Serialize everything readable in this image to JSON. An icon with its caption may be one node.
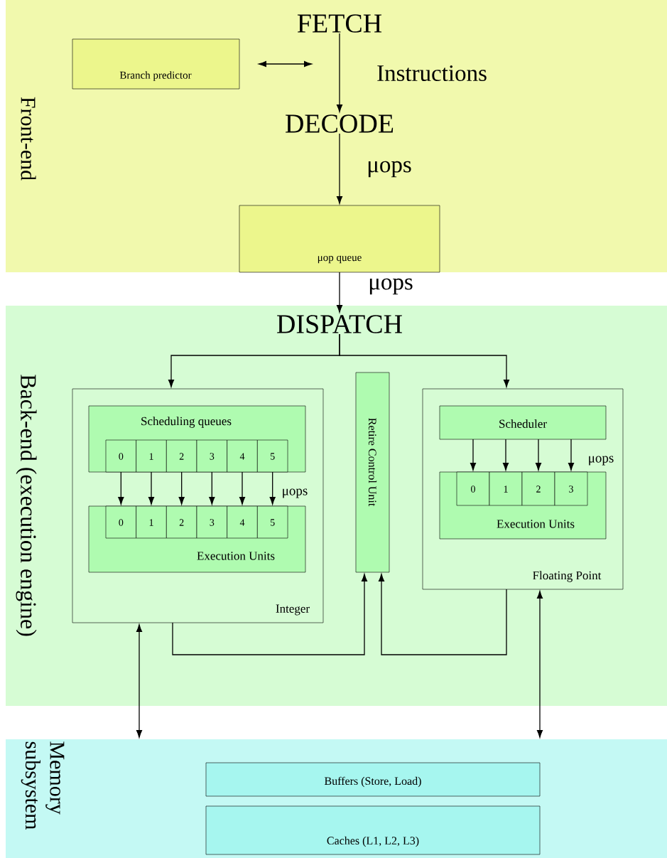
{
  "diagram": {
    "nodes": [
      {
        "text": [
          "Front-end"
        ]
      },
      {
        "text": [
          "FETCH"
        ],
        "in": 0
      },
      {
        "text": [
          "Branch predictor"
        ],
        "in": 0
      },
      {
        "text": [
          "DECODE"
        ],
        "in": 0
      },
      {
        "text": [
          "μop queue"
        ],
        "in": 0
      },
      {
        "text": [
          "Back-end (execution engine)"
        ]
      },
      {
        "text": [
          "DISPATCH"
        ],
        "in": 5
      },
      {
        "text": [
          "Integer"
        ],
        "in": 5
      },
      {
        "text": [
          "Scheduling queues"
        ],
        "in": 7
      },
      {
        "text": [
          "0"
        ],
        "in": 8
      },
      {
        "text": [
          "1"
        ],
        "in": 8
      },
      {
        "text": [
          "2"
        ],
        "in": 8
      },
      {
        "text": [
          "3"
        ],
        "in": 8
      },
      {
        "text": [
          "4"
        ],
        "in": 8
      },
      {
        "text": [
          "5"
        ],
        "in": 8
      },
      {
        "text": [
          "Execution Units"
        ],
        "in": 7
      },
      {
        "text": [
          "0"
        ],
        "in": 15
      },
      {
        "text": [
          "1"
        ],
        "in": 15
      },
      {
        "text": [
          "2"
        ],
        "in": 15
      },
      {
        "text": [
          "3"
        ],
        "in": 15
      },
      {
        "text": [
          "4"
        ],
        "in": 15
      },
      {
        "text": [
          "5"
        ],
        "in": 15
      },
      {
        "text": [
          "Retire Control Unit"
        ],
        "in": 5
      },
      {
        "text": [
          "Floating Point"
        ],
        "in": 5
      },
      {
        "text": [
          "Scheduler"
        ],
        "in": 23
      },
      {
        "text": [
          "Execution Units"
        ],
        "in": 23
      },
      {
        "text": [
          "0"
        ],
        "in": 25
      },
      {
        "text": [
          "1"
        ],
        "in": 25
      },
      {
        "text": [
          "2"
        ],
        "in": 25
      },
      {
        "text": [
          "3"
        ],
        "in": 25
      },
      {
        "text": [
          "Memory subsystem"
        ]
      },
      {
        "text": [
          "Buffers (Store, Load)"
        ],
        "in": 30
      },
      {
        "text": [
          "Caches (L1, L2, L3)"
        ],
        "in": 30
      }
    ],
    "edges": [
      {
        "from": 2,
        "to": 1,
        "arrow": "both"
      },
      {
        "from": 1,
        "to": 3,
        "arrow": "to",
        "label": "Instructions"
      },
      {
        "from": 3,
        "to": 4,
        "arrow": "to",
        "label": "μops"
      },
      {
        "from": 4,
        "to": 6,
        "arrow": "to",
        "label": "μops"
      },
      {
        "from": 6,
        "to": 7,
        "arrow": "to"
      },
      {
        "from": 6,
        "to": 23,
        "arrow": "to"
      },
      {
        "from": 9,
        "to": 16,
        "arrow": "to"
      },
      {
        "from": 10,
        "to": 17,
        "arrow": "to"
      },
      {
        "from": 11,
        "to": 18,
        "arrow": "to"
      },
      {
        "from": 12,
        "to": 19,
        "arrow": "to"
      },
      {
        "from": 13,
        "to": 20,
        "arrow": "to"
      },
      {
        "from": 14,
        "to": 21,
        "arrow": "to",
        "label": "μops"
      },
      {
        "from": 24,
        "to": 26,
        "arrow": "to"
      },
      {
        "from": 24,
        "to": 27,
        "arrow": "to"
      },
      {
        "from": 24,
        "to": 28,
        "arrow": "to"
      },
      {
        "from": 24,
        "to": 29,
        "arrow": "to",
        "label": "μops"
      },
      {
        "from": 7,
        "to": 22,
        "arrow": "to"
      },
      {
        "from": 23,
        "to": 22,
        "arrow": "to"
      },
      {
        "from": 7,
        "to": 30,
        "arrow": "both"
      },
      {
        "from": 23,
        "to": 30,
        "arrow": "both"
      }
    ]
  }
}
